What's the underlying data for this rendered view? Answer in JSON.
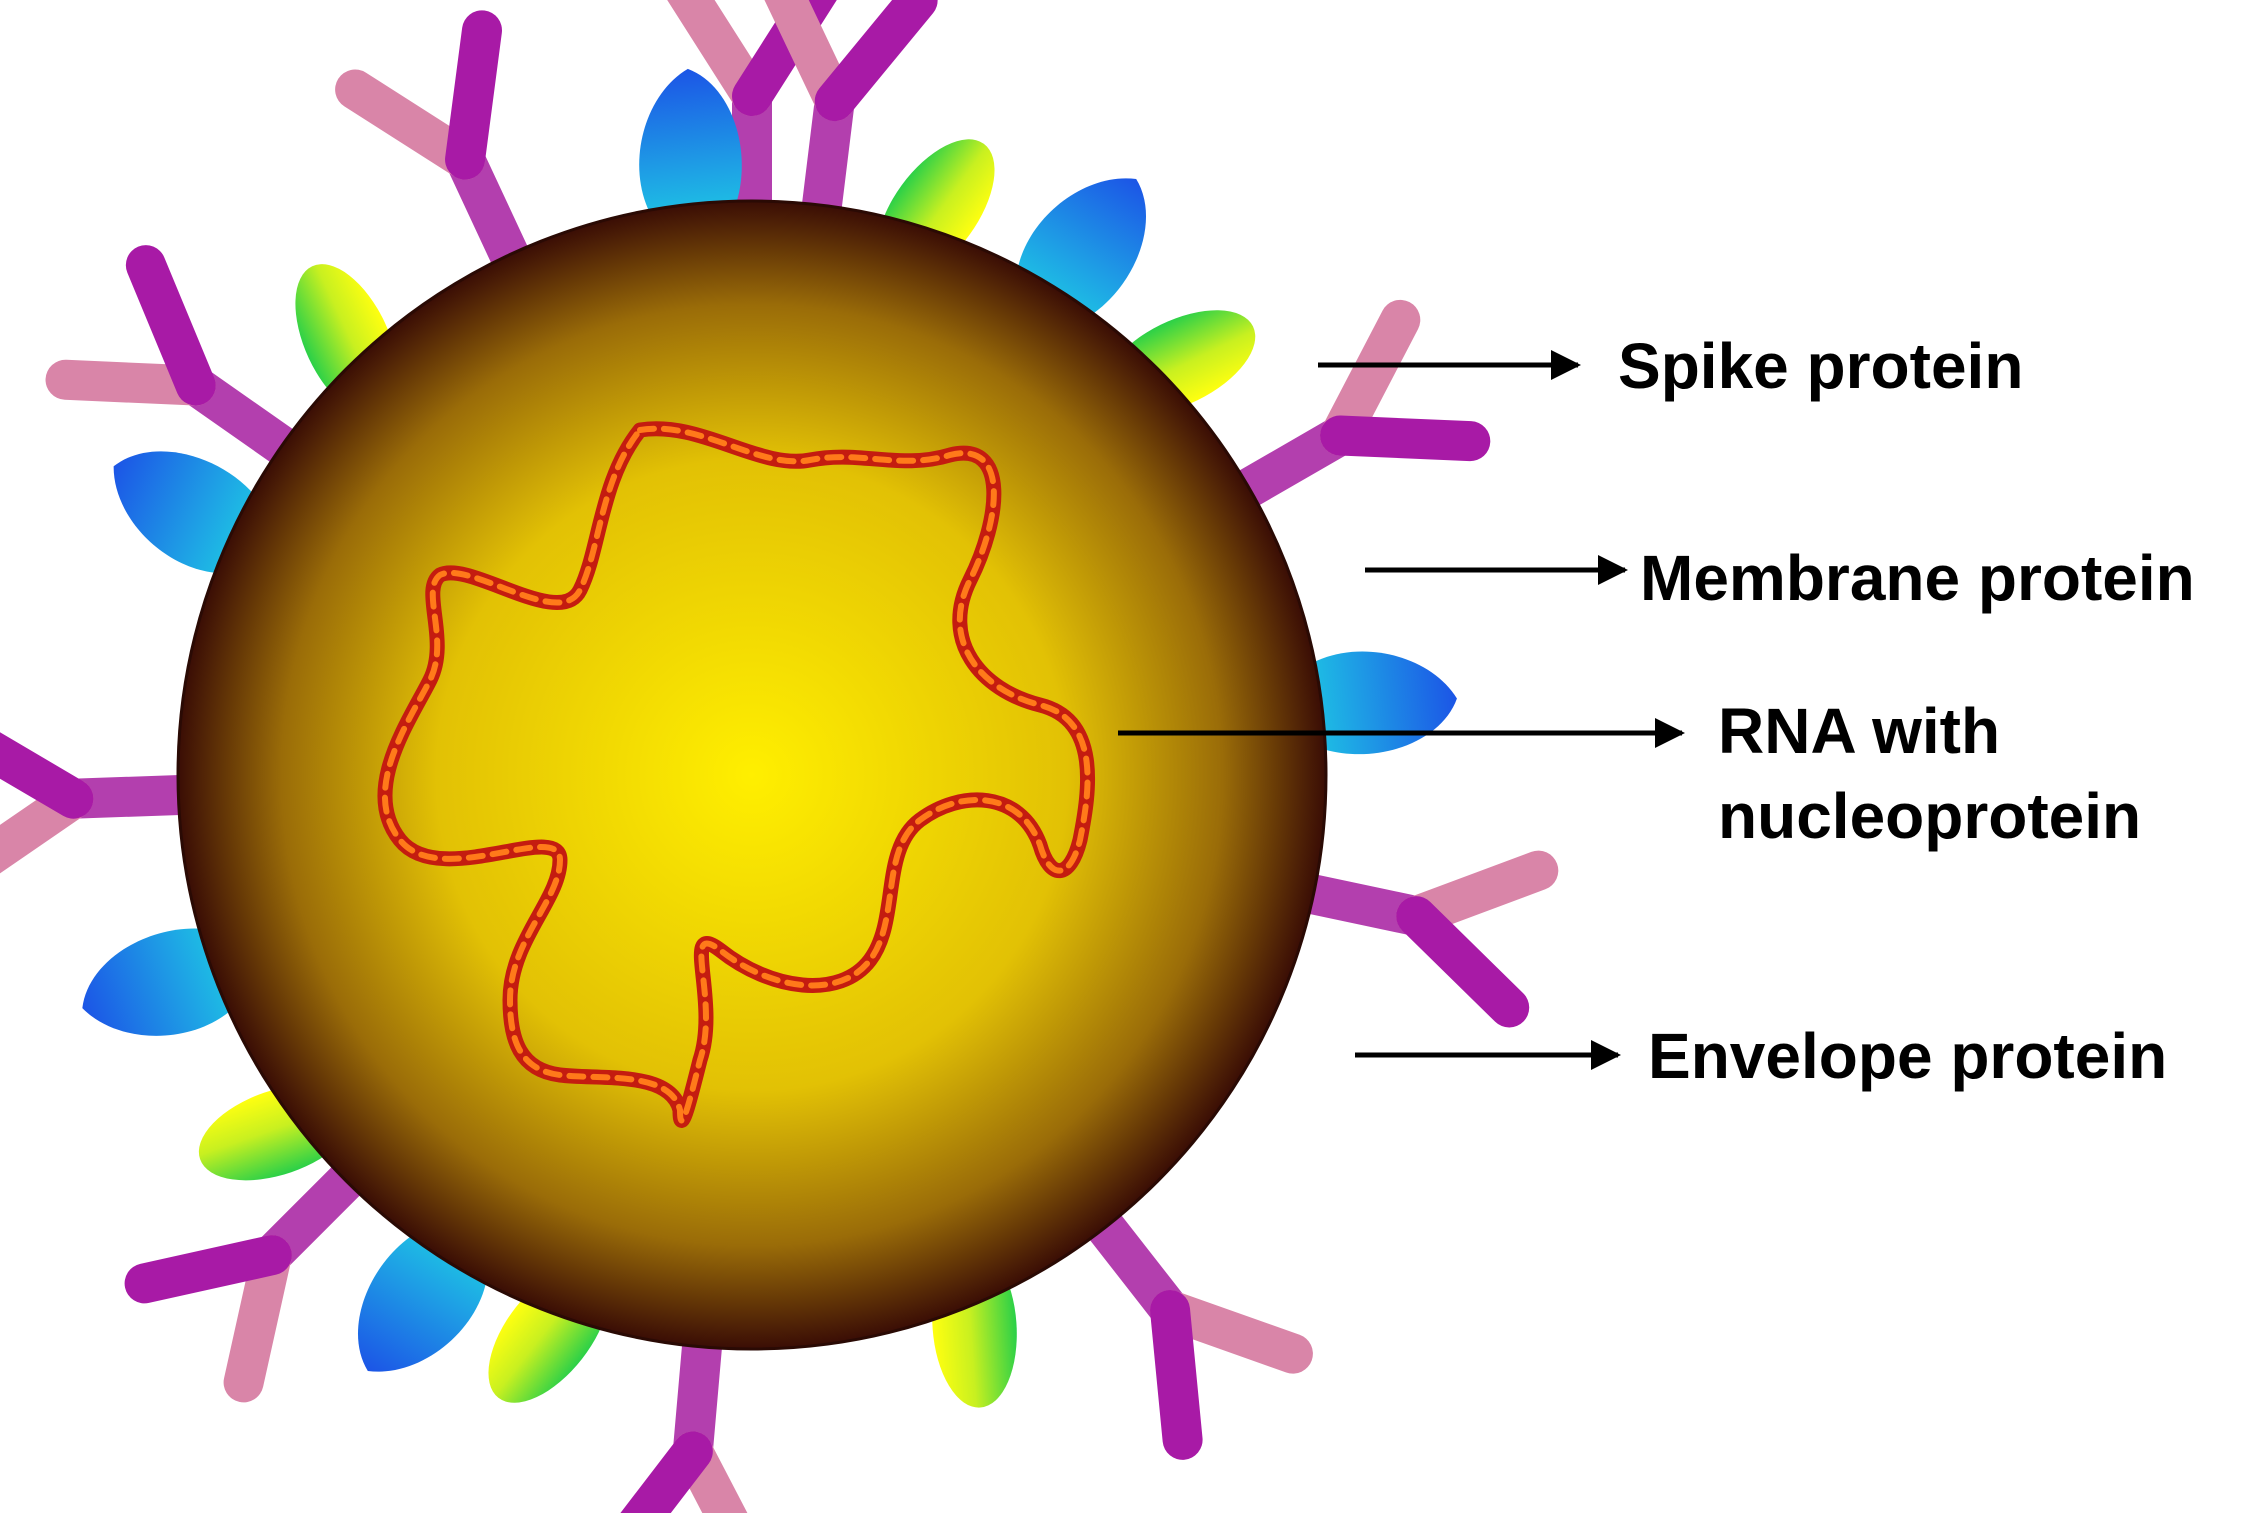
{
  "labels": {
    "spike": "Spike protein",
    "membrane": "Membrane protein",
    "rna_line1": "RNA with",
    "rna_line2": "nucleoprotein",
    "envelope": "Envelope protein"
  },
  "colors": {
    "core_center": "#ffef00",
    "core_edge": "#3a0d05",
    "spike_dark": "#a81aa6",
    "spike_light": "#e0999f",
    "membrane_dark": "#1c55e6",
    "membrane_light": "#1fd6e4",
    "envelope_green": "#2ad048",
    "envelope_yellow": "#ffff10",
    "rna_outer": "#c41c10",
    "rna_inner": "#ff7a1a",
    "arrow": "#000000"
  },
  "icons": {
    "spike": "y-shaped-spike-icon",
    "membrane": "drop-shaped-membrane-icon",
    "envelope": "ellipse-envelope-icon"
  }
}
